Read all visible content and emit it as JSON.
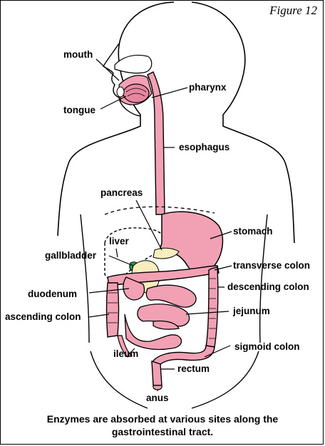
{
  "figure_label": "Figure 12",
  "labels": {
    "mouth": "mouth",
    "tongue": "tongue",
    "pharynx": "pharynx",
    "esophagus": "esophagus",
    "pancreas": "pancreas",
    "liver": "liver",
    "stomach": "stomach",
    "gallbladder": "gallbladder",
    "transverse_colon": "transverse colon",
    "descending_colon": "descending colon",
    "duodenum": "duodenum",
    "ascending_colon": "ascending colon",
    "jejunum": "jejunum",
    "ileum": "ileum",
    "sigmoid_colon": "sigmoid colon",
    "rectum": "rectum",
    "anus": "anus"
  },
  "caption": {
    "line1": "Enzymes are absorbed at various sites along the",
    "line2": "gastrointestinal tract."
  },
  "colors": {
    "tract": "#f2a0b4",
    "liver": "#ffffff",
    "pancreas": "#f7eec0",
    "gallbladder": "#2c9a4a",
    "outline": "#000000"
  }
}
